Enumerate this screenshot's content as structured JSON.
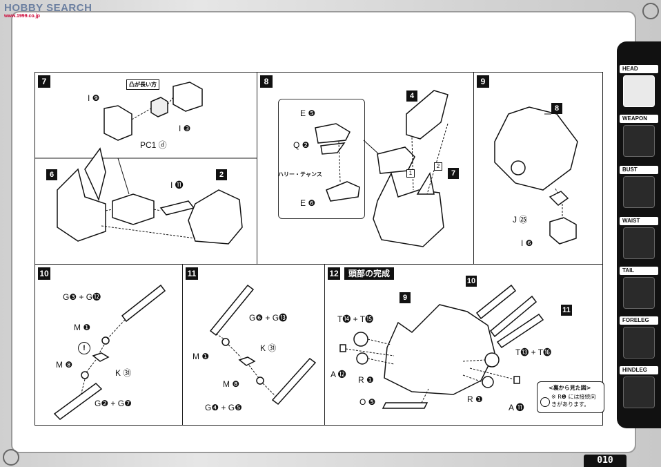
{
  "watermark": {
    "text": "HOBBY SEARCH",
    "small": "www.1999.co.jp"
  },
  "page_number": "010",
  "sidebar": [
    {
      "label": "HEAD",
      "active": true
    },
    {
      "label": "WEAPON",
      "active": false
    },
    {
      "label": "BUST",
      "active": false
    },
    {
      "label": "WAIST",
      "active": false
    },
    {
      "label": "TAIL",
      "active": false
    },
    {
      "label": "FORELEG",
      "active": false
    },
    {
      "label": "HINDLEG",
      "active": false
    }
  ],
  "steps": {
    "s7": {
      "num": "7",
      "note": "凸が長い方",
      "labels": {
        "i9": "I ❾",
        "i3": "I ❸",
        "pc1": "PC1 ⓓ",
        "i11": "I ⓫",
        "m6": "6",
        "m2": "2"
      }
    },
    "s8": {
      "num": "8",
      "labels": {
        "e5": "E ❺",
        "q2": "Q ❷",
        "e6": "E ❻",
        "tension": "ハリー・テャンス",
        "m4": "4",
        "m7": "7",
        "n1": "1",
        "n2": "2"
      }
    },
    "s9": {
      "num": "9",
      "labels": {
        "m8": "8",
        "j25": "J ㉕",
        "i6": "I ❻"
      }
    },
    "s10": {
      "num": "10",
      "labels": {
        "g3g12": "G❸ + G⓬",
        "m1": "M ❶",
        "m8": "M ❽",
        "k31": "K ㉛",
        "g2g7": "G❷ + G❼",
        "excl": "!"
      }
    },
    "s11": {
      "num": "11",
      "labels": {
        "g6g13": "G❻ + G⓭",
        "m1": "M ❶",
        "k31": "K ㉛",
        "m8": "M ❽",
        "g4g5": "G❹ + G❺"
      }
    },
    "s12": {
      "num": "12",
      "title": "頭部の完成",
      "labels": {
        "m10": "10",
        "m9": "9",
        "m11": "11",
        "t14t15": "T⓮ + T⓯",
        "t13t16": "T⓭ + T⓰",
        "a12": "A ⓬",
        "r1a": "R ❶",
        "r1b": "R ❶",
        "a11": "A ⓫",
        "o5": "O ❺",
        "caution_title": "<裏から見た図>",
        "caution_body": "※ R❶ には接続向きがあります。"
      }
    }
  }
}
